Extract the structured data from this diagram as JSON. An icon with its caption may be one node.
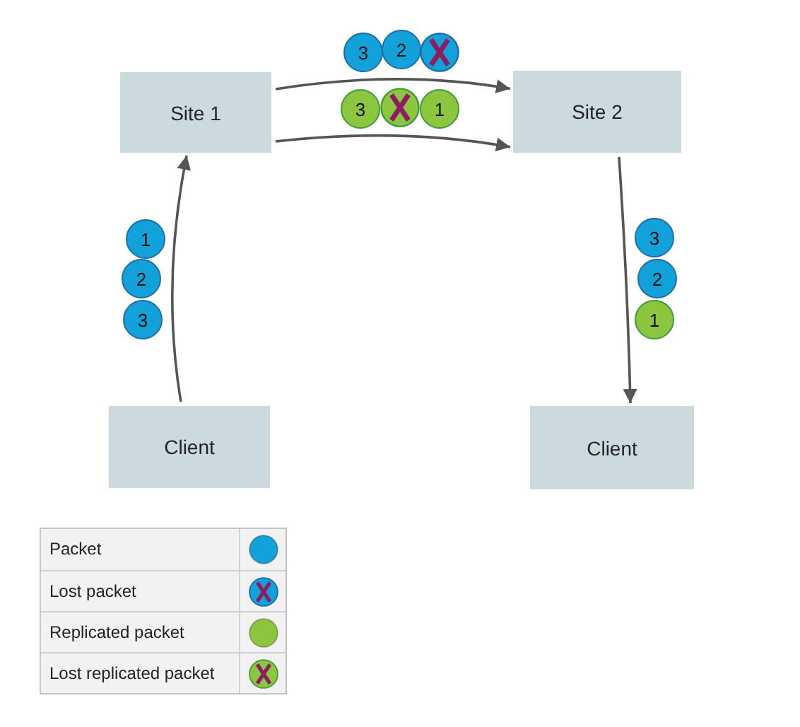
{
  "diagram": {
    "nodes": [
      {
        "text": [
          "Site 1"
        ]
      },
      {
        "text": [
          "Site 2"
        ]
      },
      {
        "text": [
          "3"
        ]
      },
      {
        "text": [
          "2"
        ]
      },
      {
        "text": [],
        "shape": "circle"
      },
      {
        "text": [
          "3"
        ]
      },
      {
        "text": [],
        "shape": "circle"
      },
      {
        "text": [
          "1"
        ]
      },
      {
        "text": [
          "1"
        ]
      },
      {
        "text": [
          "2"
        ]
      },
      {
        "text": [
          "3"
        ]
      },
      {
        "text": [
          "3"
        ]
      },
      {
        "text": [
          "2"
        ]
      },
      {
        "text": [
          "1"
        ]
      },
      {
        "text": [
          "Client"
        ]
      },
      {
        "text": [
          "Client"
        ]
      }
    ],
    "edges": [
      {
        "from": 0,
        "to": 1,
        "arrow": "to"
      },
      {
        "from": 0,
        "to": 1,
        "arrow": "to"
      },
      {
        "from": 14,
        "to": 0,
        "arrow": "to"
      },
      {
        "from": 1,
        "to": 15,
        "arrow": "to"
      }
    ],
    "legend": [
      {
        "text": "Packet",
        "color": "#12a2d9"
      },
      {
        "text": "Lost packet"
      },
      {
        "text": "Replicated packet",
        "color": "#8cc63f"
      },
      {
        "text": "Lost replicated packet"
      }
    ]
  }
}
